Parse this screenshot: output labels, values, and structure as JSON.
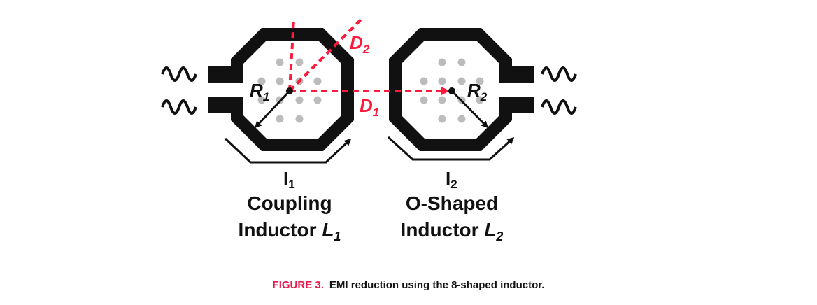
{
  "colors": {
    "ink": "#111111",
    "accent": "#ff1a3c",
    "dots": "#bcbcbc",
    "caption_accent": "#e8194a"
  },
  "labels": {
    "R1_main": "R",
    "R1_sub": "1",
    "R2_main": "R",
    "R2_sub": "2",
    "D1_main": "D",
    "D1_sub": "1",
    "D2_main": "D",
    "D2_sub": "2",
    "I1_main": "I",
    "I1_sub": "1",
    "I2_main": "I",
    "I2_sub": "2"
  },
  "left_inductor": {
    "line1": "Coupling",
    "line2_text": "Inductor ",
    "line2_symbol": "L",
    "line2_sub": "1"
  },
  "right_inductor": {
    "line1": "O-Shaped",
    "line2_text": "Inductor ",
    "line2_symbol": "L",
    "line2_sub": "2"
  },
  "caption": {
    "number": "FIGURE 3.",
    "text": "EMI reduction using the 8-shaped inductor."
  }
}
